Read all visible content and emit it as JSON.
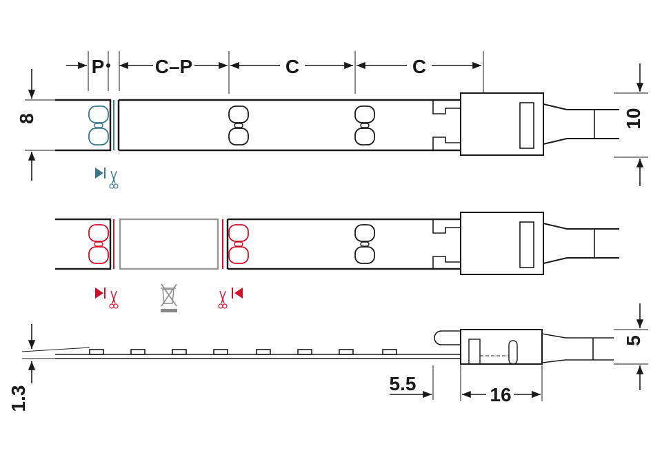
{
  "labels": {
    "pitch": "P",
    "c_minus_p": "C–P",
    "c1": "C",
    "c2": "C",
    "height_8": "8",
    "height_10": "10",
    "height_5": "5",
    "thickness_1_3": "1.3",
    "offset_5_5": "5.5",
    "length_16": "16"
  },
  "colors": {
    "line": "#1a1a1a",
    "blue": "#3a7a8c",
    "red": "#d0102a",
    "gray": "#9a9a9a"
  },
  "icons": [
    "cut-mark-blue",
    "scissors-icon",
    "cut-mark-red",
    "weee-bin-icon"
  ]
}
